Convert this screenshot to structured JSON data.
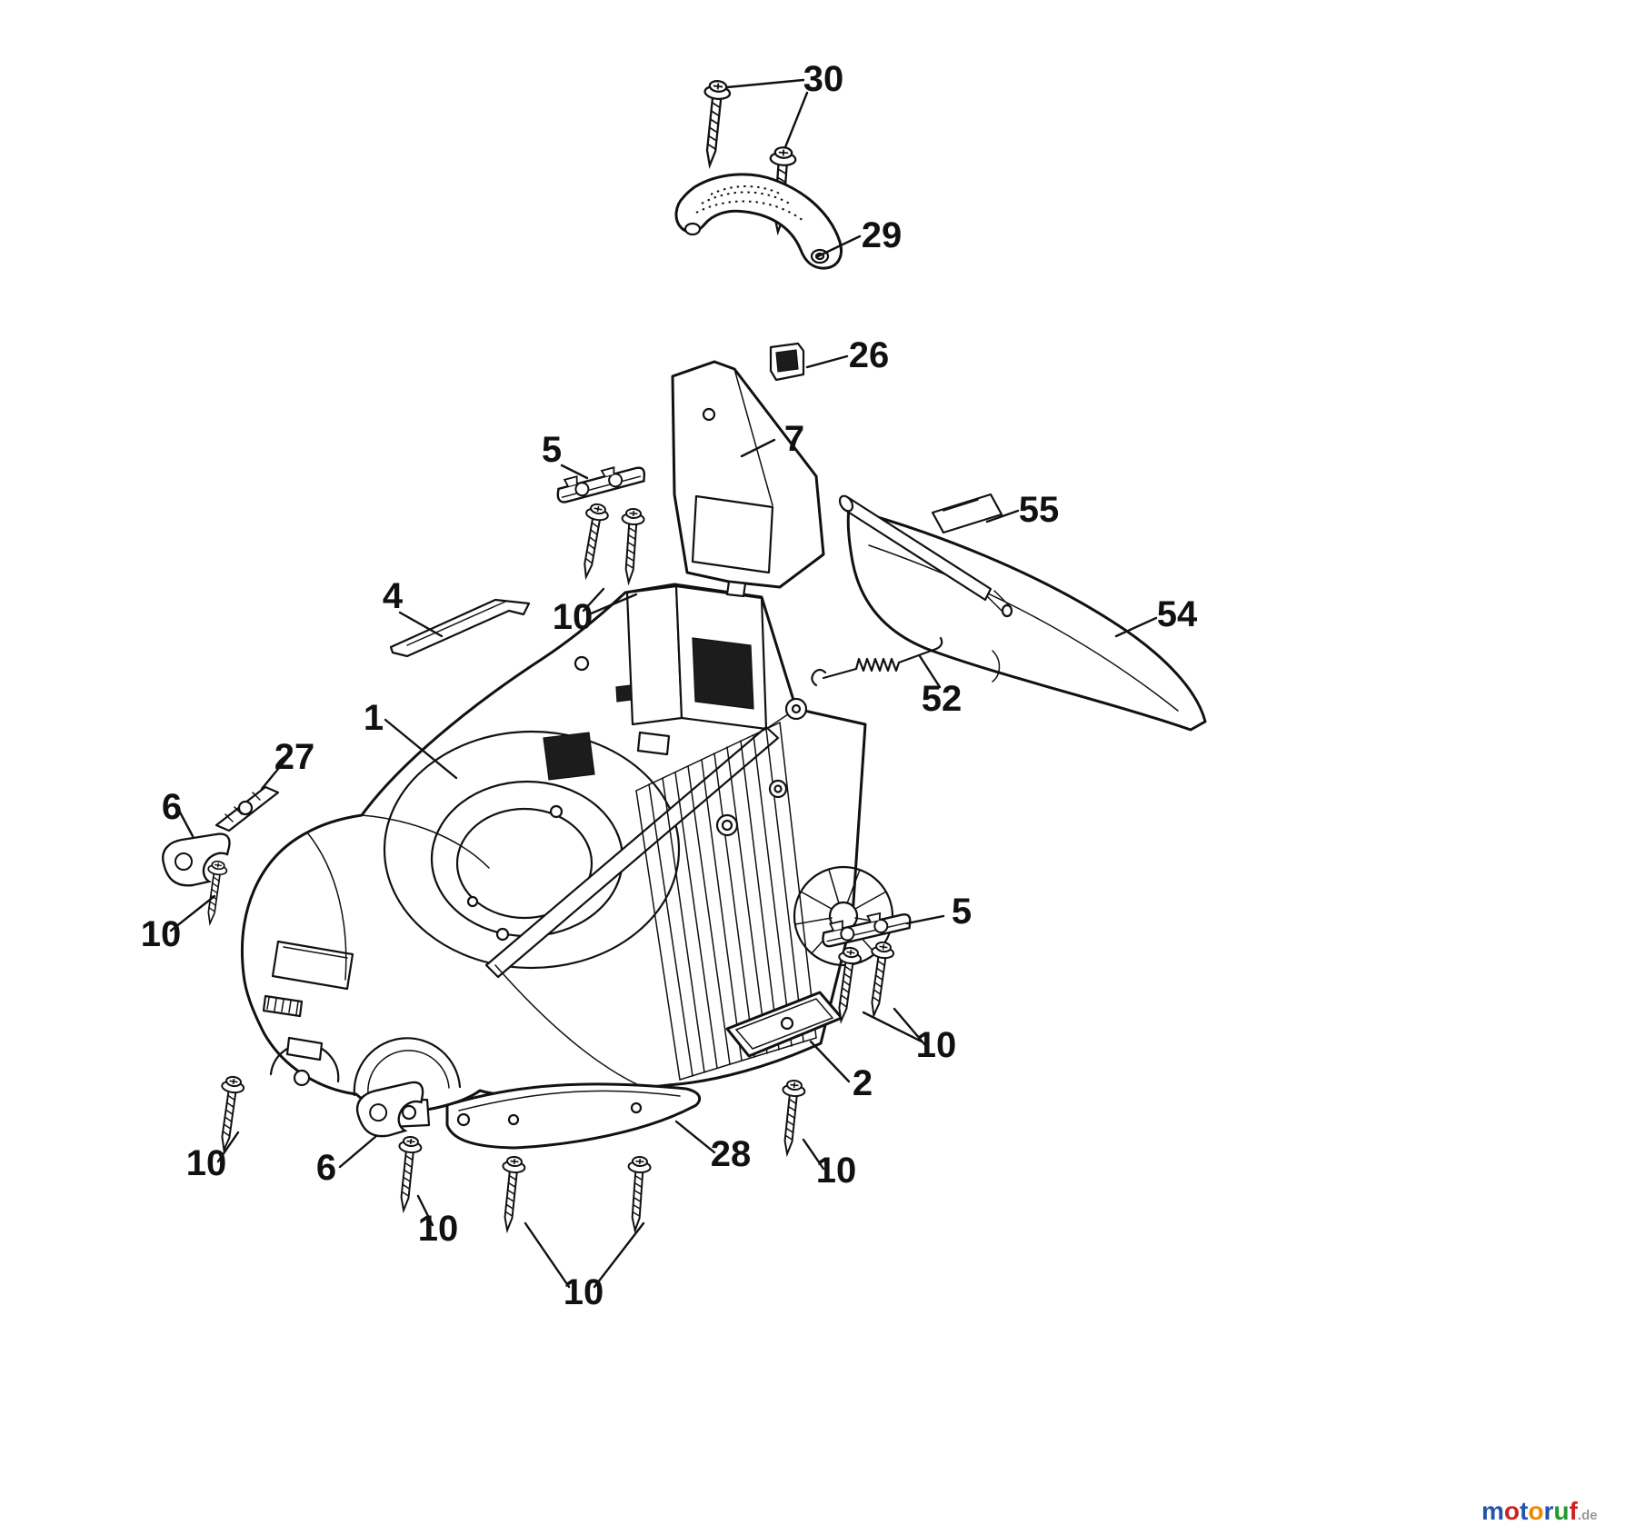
{
  "figure": {
    "kind": "exploded parts diagram",
    "background_color": "#ffffff",
    "line_color": "#111111"
  },
  "callouts": [
    {
      "label": "30"
    },
    {
      "label": "29"
    },
    {
      "label": "26"
    },
    {
      "label": "7"
    },
    {
      "label": "5"
    },
    {
      "label": "55"
    },
    {
      "label": "10"
    },
    {
      "label": "4"
    },
    {
      "label": "54"
    },
    {
      "label": "52"
    },
    {
      "label": "1"
    },
    {
      "label": "27"
    },
    {
      "label": "6"
    },
    {
      "label": "10"
    },
    {
      "label": "5"
    },
    {
      "label": "10"
    },
    {
      "label": "2"
    },
    {
      "label": "28"
    },
    {
      "label": "10"
    },
    {
      "label": "6"
    },
    {
      "label": "10"
    },
    {
      "label": "10"
    },
    {
      "label": "10"
    }
  ],
  "watermark": {
    "letters": [
      {
        "ch": "m",
        "color": "#2255aa"
      },
      {
        "ch": "o",
        "color": "#cc2222"
      },
      {
        "ch": "t",
        "color": "#2255aa"
      },
      {
        "ch": "o",
        "color": "#ee8800"
      },
      {
        "ch": "r",
        "color": "#2255aa"
      },
      {
        "ch": "u",
        "color": "#22992a"
      },
      {
        "ch": "f",
        "color": "#cc2222"
      }
    ],
    "tld": ".de",
    "tld_color": "#999999"
  }
}
